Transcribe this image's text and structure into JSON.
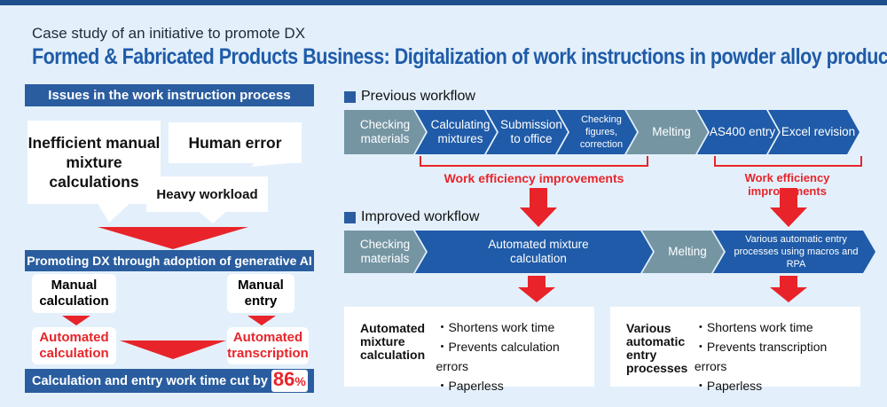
{
  "header": {
    "supertitle": "Case study of an initiative to promote DX",
    "title": "Formed & Fabricated Products Business: Digitalization of work instructions in powder alloy production"
  },
  "left": {
    "issues_title": "Issues in the work instruction process",
    "bubbles": [
      "Inefficient manual mixture calculations",
      "Human error",
      "Heavy workload"
    ],
    "dx_bar": "Promoting DX through adoption of generative AI",
    "manual_calc": "Manual calculation",
    "manual_entry": "Manual entry",
    "auto_calc": "Automated calculation",
    "auto_trans": "Automated transcription",
    "result_text": "Calculation and entry work time cut by",
    "result_value": "86",
    "result_unit": "%"
  },
  "right": {
    "prev_label": "Previous workflow",
    "prev_stages": [
      "Checking materials",
      "Calculating mixtures",
      "Submission to office",
      "Checking figures, correction",
      "Melting",
      "AS400 entry",
      "Excel revision"
    ],
    "improvement_1": "Work efficiency improvements",
    "improvement_2": "Work efficiency improvements",
    "new_label": "Improved workflow",
    "new_stages": [
      "Checking materials",
      "Automated mixture calculation",
      "Melting",
      "Various automatic entry processes using macros and RPA"
    ],
    "result_1": {
      "title": "Automated mixture calculation",
      "items": [
        "Shortens work time",
        "Prevents calculation errors",
        "Paperless"
      ]
    },
    "result_2": {
      "title": "Various automatic entry processes",
      "items": [
        "Shortens work time",
        "Prevents transcription errors",
        "Paperless"
      ]
    }
  },
  "colors": {
    "navy": "#2a5d9f",
    "blue": "#1f5ba8",
    "gray": "#7595a3",
    "red": "#e8242a",
    "bg": "#e3f0fb"
  }
}
